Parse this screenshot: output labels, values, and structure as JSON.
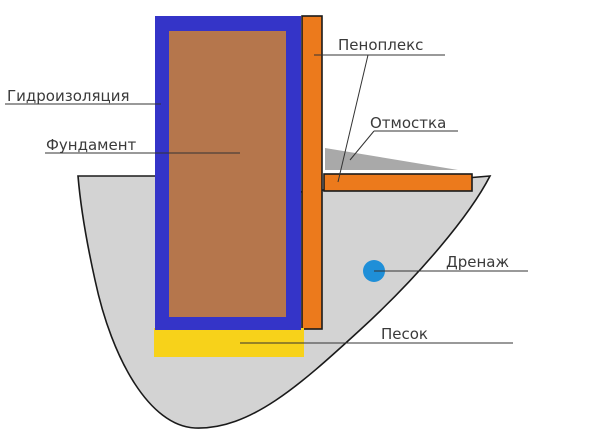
{
  "diagram": {
    "labels": {
      "waterproofing": "Гидроизоляция",
      "foundation": "Фундамент",
      "foam_insulation": "Пеноплекс",
      "blind_area": "Отмостка",
      "drainage": "Дренаж",
      "sand": "Песок"
    },
    "colors": {
      "soil_fill": "#d3d3d3",
      "outline": "#1a1a1a",
      "waterproofing": "#3434c8",
      "foundation": "#b5764c",
      "foam_insulation": "#ec7a1c",
      "blind_area": "#a9a9a9",
      "drainage": "#1f8fd8",
      "sand": "#f7d21a",
      "leader_line": "#333333"
    }
  }
}
